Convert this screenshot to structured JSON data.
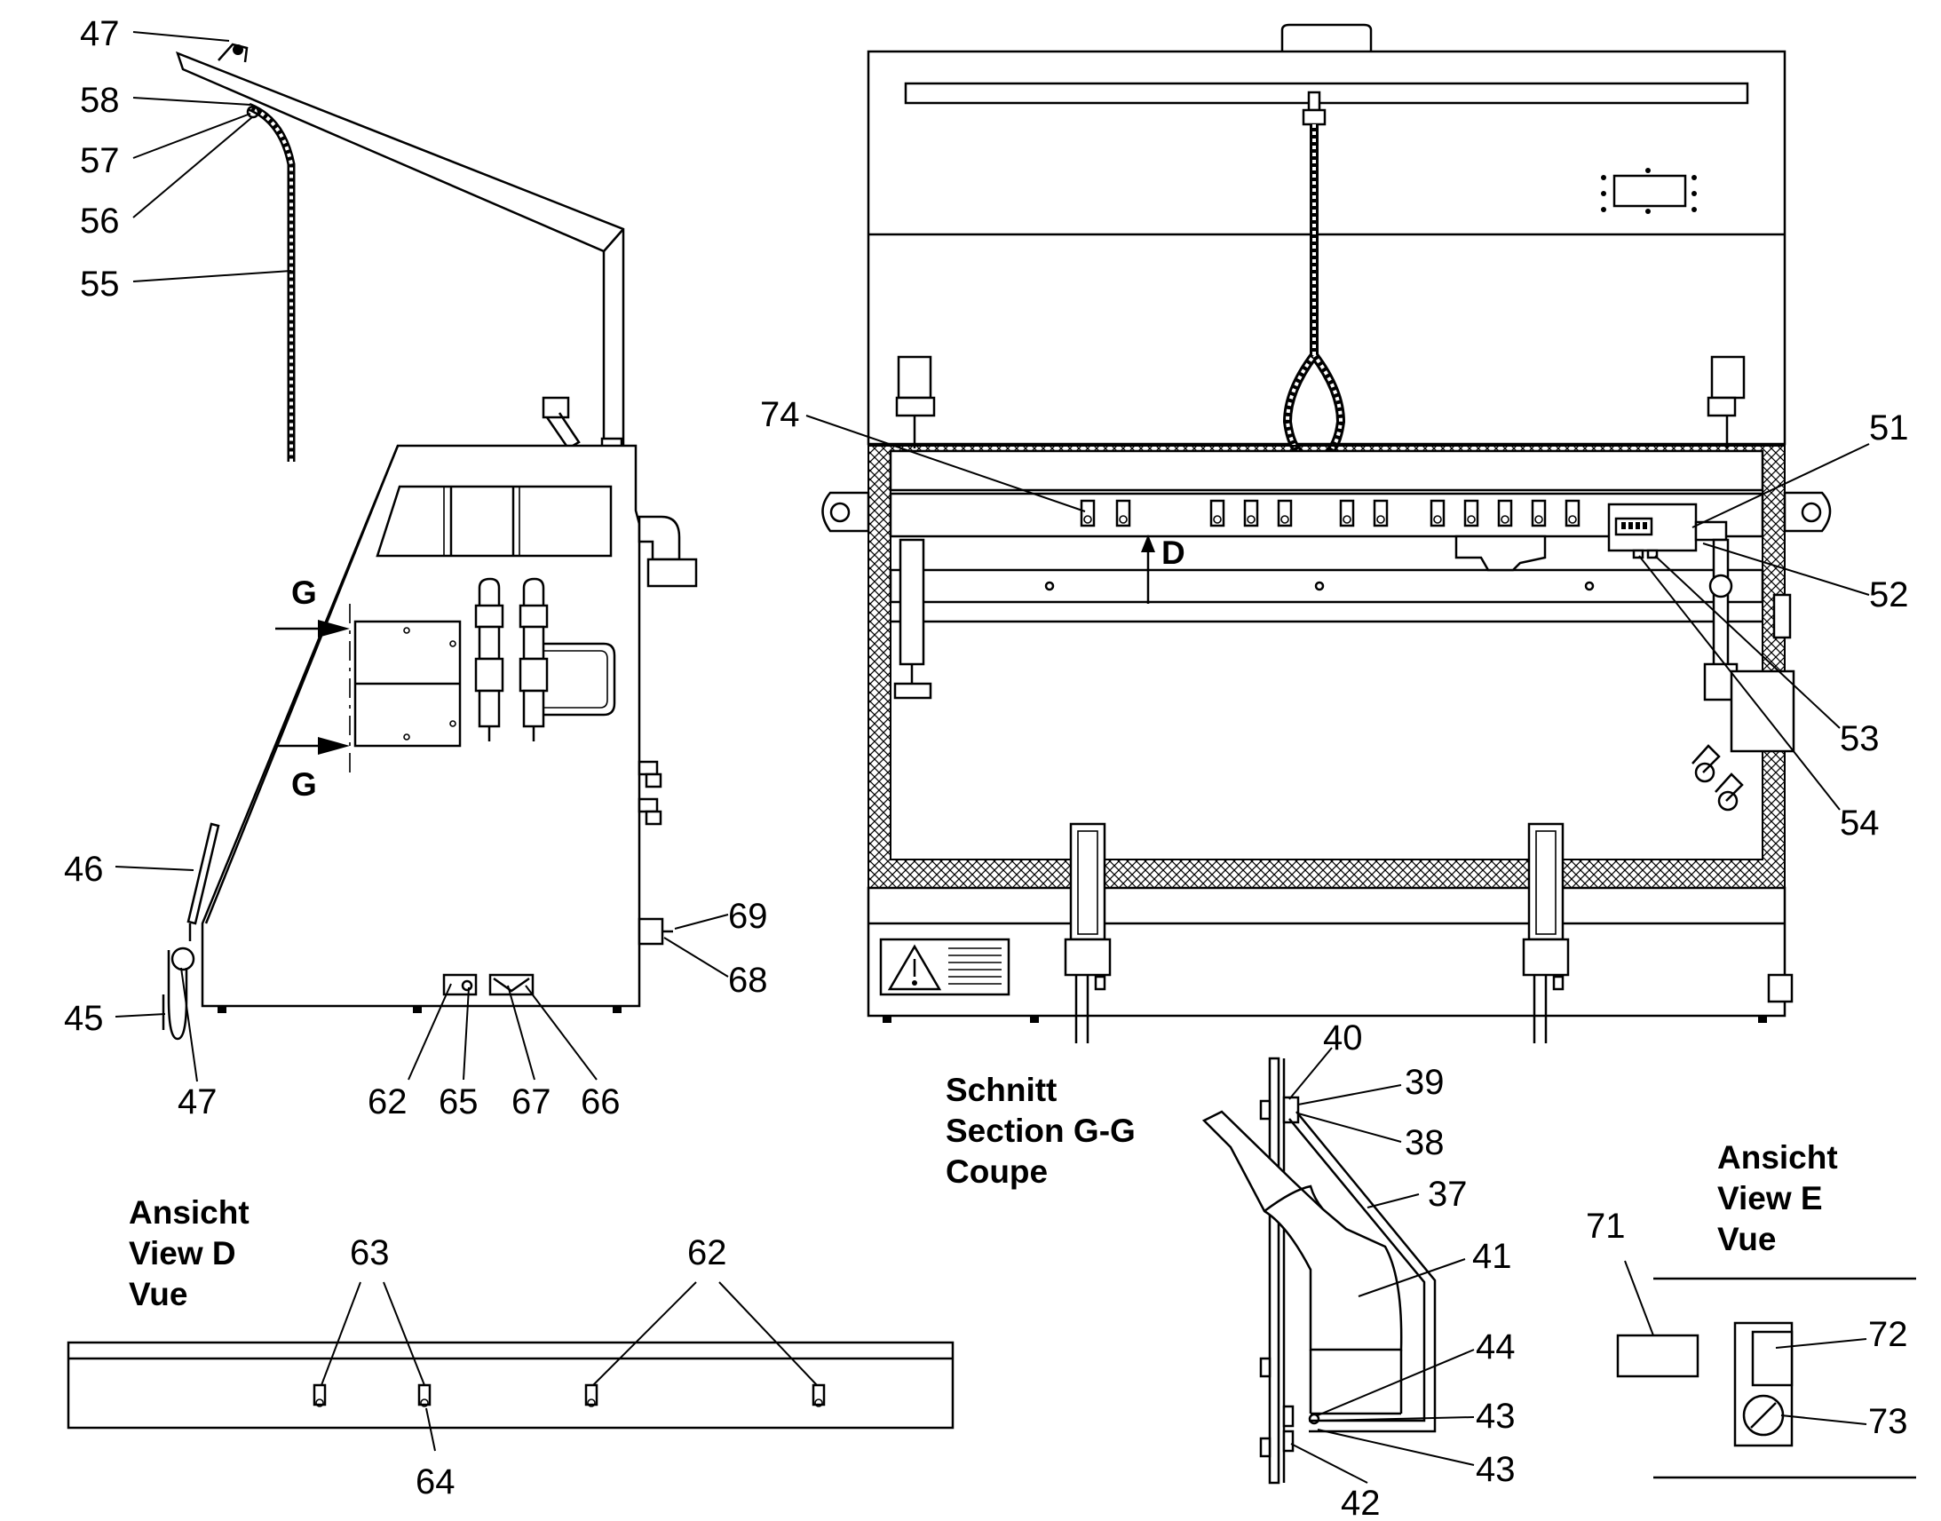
{
  "side_view": {
    "callouts": [
      "47",
      "58",
      "57",
      "56",
      "55",
      "46",
      "45",
      "47",
      "62",
      "65",
      "67",
      "66",
      "68",
      "69"
    ],
    "section_marks": [
      "G",
      "G"
    ]
  },
  "front_view": {
    "callouts": [
      "74",
      "51",
      "52",
      "53",
      "54"
    ],
    "view_mark": "D"
  },
  "section_gg": {
    "caption": [
      "Schnitt",
      "Section   G-G",
      "Coupe"
    ],
    "callouts": [
      "40",
      "39",
      "38",
      "37",
      "41",
      "44",
      "43",
      "43",
      "42"
    ]
  },
  "view_d": {
    "caption": [
      "Ansicht",
      "View      D",
      "Vue"
    ],
    "callouts": [
      "63",
      "62",
      "64"
    ]
  },
  "view_e": {
    "caption": [
      "Ansicht",
      "View      E",
      "Vue"
    ],
    "callouts": [
      "71",
      "72",
      "73"
    ]
  },
  "icons": [
    "warning-triangle-icon",
    "section-arrow-icon",
    "view-arrow-icon"
  ]
}
